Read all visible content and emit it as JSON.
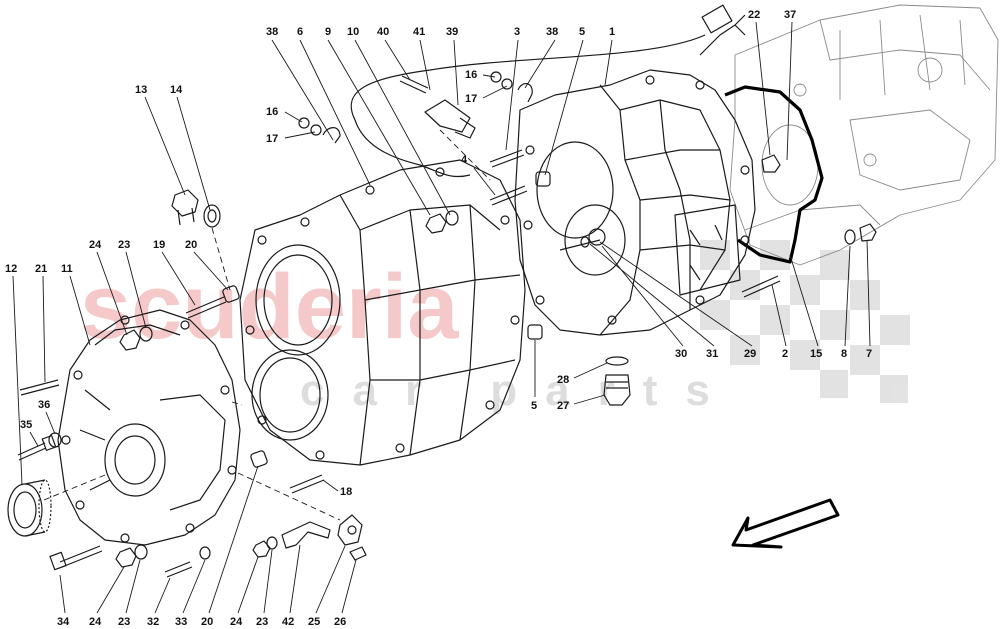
{
  "watermark": {
    "brand": "scuderia",
    "subtitle": "car parts",
    "color": "#f2b8b8",
    "flag_color": "#d9d9d9"
  },
  "line_color": "#1a1a1a",
  "labels": [
    {
      "id": "l-38a",
      "text": "38"
    },
    {
      "id": "l-6",
      "text": "6"
    },
    {
      "id": "l-9",
      "text": "9"
    },
    {
      "id": "l-10",
      "text": "10"
    },
    {
      "id": "l-40",
      "text": "40"
    },
    {
      "id": "l-41",
      "text": "41"
    },
    {
      "id": "l-39",
      "text": "39"
    },
    {
      "id": "l-3",
      "text": "3"
    },
    {
      "id": "l-38b",
      "text": "38"
    },
    {
      "id": "l-5a",
      "text": "5"
    },
    {
      "id": "l-1",
      "text": "1"
    },
    {
      "id": "l-22",
      "text": "22"
    },
    {
      "id": "l-37",
      "text": "37"
    },
    {
      "id": "l-13",
      "text": "13"
    },
    {
      "id": "l-14",
      "text": "14"
    },
    {
      "id": "l-16a",
      "text": "16"
    },
    {
      "id": "l-17a",
      "text": "17"
    },
    {
      "id": "l-16b",
      "text": "16"
    },
    {
      "id": "l-17b",
      "text": "17"
    },
    {
      "id": "l-4",
      "text": "4"
    },
    {
      "id": "l-24a",
      "text": "24"
    },
    {
      "id": "l-23a",
      "text": "23"
    },
    {
      "id": "l-19",
      "text": "19"
    },
    {
      "id": "l-20a",
      "text": "20"
    },
    {
      "id": "l-12",
      "text": "12"
    },
    {
      "id": "l-21",
      "text": "21"
    },
    {
      "id": "l-11",
      "text": "11"
    },
    {
      "id": "l-36",
      "text": "36"
    },
    {
      "id": "l-35",
      "text": "35"
    },
    {
      "id": "l-30",
      "text": "30"
    },
    {
      "id": "l-31",
      "text": "31"
    },
    {
      "id": "l-29",
      "text": "29"
    },
    {
      "id": "l-2",
      "text": "2"
    },
    {
      "id": "l-15",
      "text": "15"
    },
    {
      "id": "l-8",
      "text": "8"
    },
    {
      "id": "l-7",
      "text": "7"
    },
    {
      "id": "l-28",
      "text": "28"
    },
    {
      "id": "l-27",
      "text": "27"
    },
    {
      "id": "l-5b",
      "text": "5"
    },
    {
      "id": "l-18",
      "text": "18"
    },
    {
      "id": "l-34",
      "text": "34"
    },
    {
      "id": "l-24b",
      "text": "24"
    },
    {
      "id": "l-23b",
      "text": "23"
    },
    {
      "id": "l-32",
      "text": "32"
    },
    {
      "id": "l-33",
      "text": "33"
    },
    {
      "id": "l-20b",
      "text": "20"
    },
    {
      "id": "l-24c",
      "text": "24"
    },
    {
      "id": "l-23c",
      "text": "23"
    },
    {
      "id": "l-42",
      "text": "42"
    },
    {
      "id": "l-25",
      "text": "25"
    },
    {
      "id": "l-26",
      "text": "26"
    }
  ]
}
